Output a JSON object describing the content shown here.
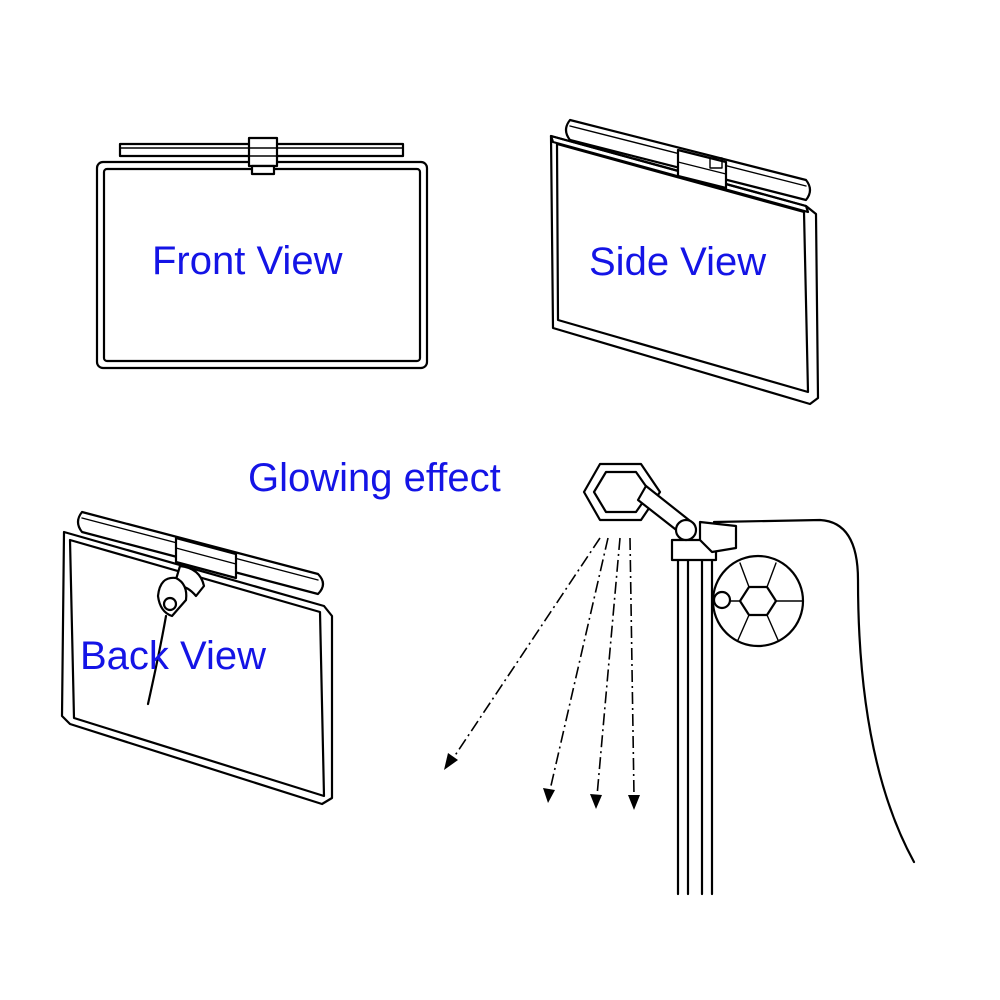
{
  "labels": {
    "front": "Front View",
    "side": "Side View",
    "back": "Back View",
    "glow": "Glowing effect"
  },
  "colors": {
    "label_text": "#1414e6",
    "line": "#000000",
    "background": "#ffffff"
  }
}
